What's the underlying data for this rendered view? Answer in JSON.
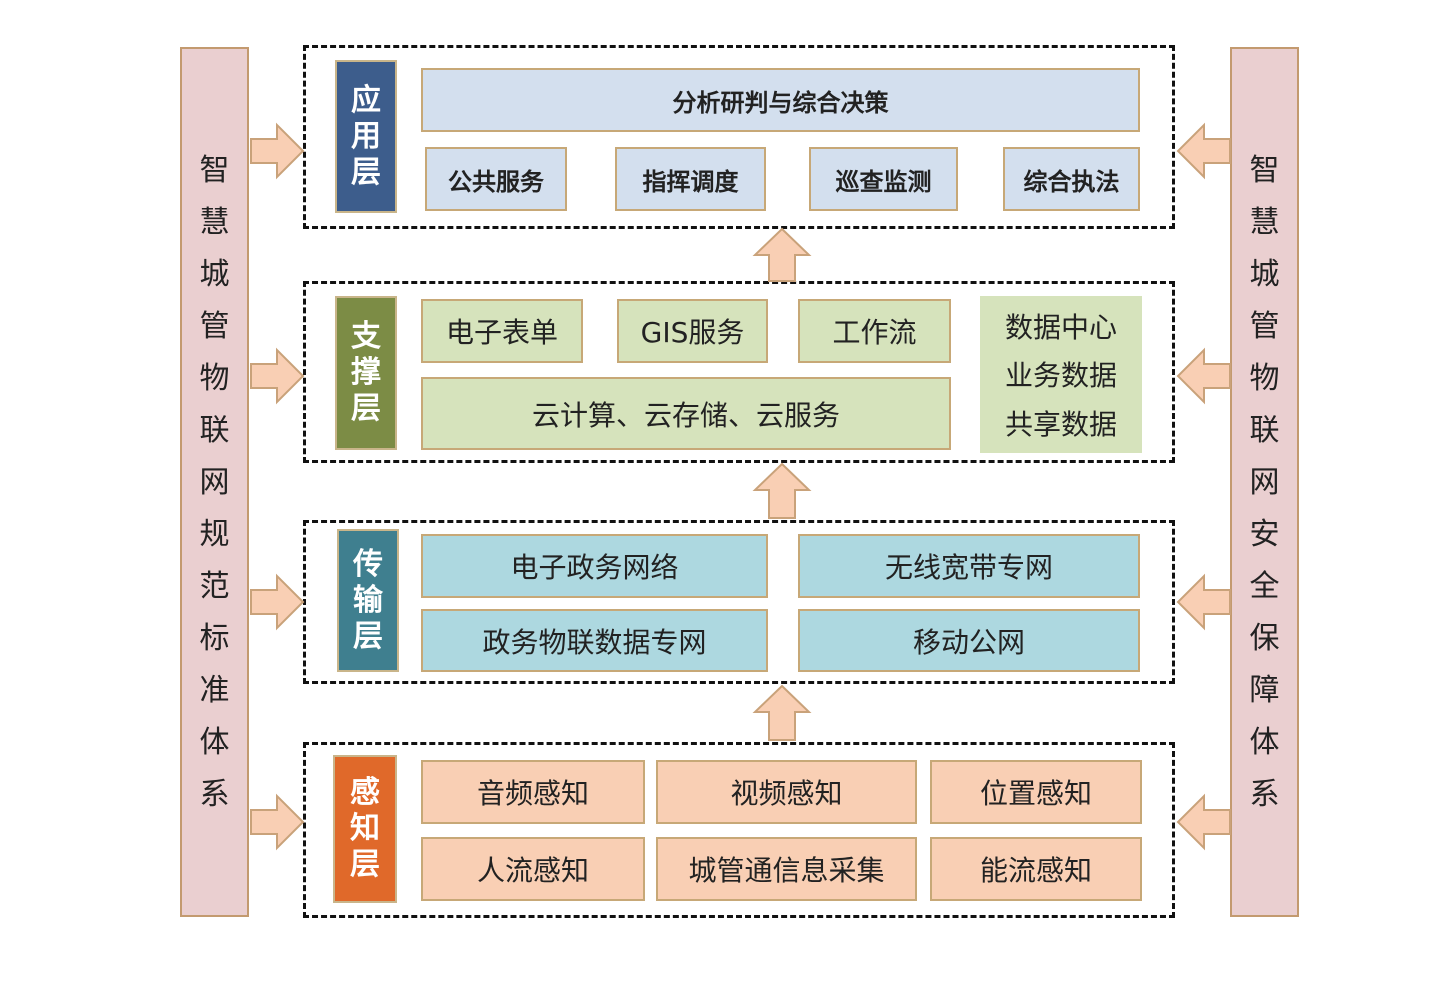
{
  "left_pillar": {
    "chars": [
      "智",
      "慧",
      "城",
      "管",
      "物",
      "联",
      "网",
      "规",
      "范",
      "标",
      "准",
      "体",
      "系"
    ]
  },
  "right_pillar": {
    "chars": [
      "智",
      "慧",
      "城",
      "管",
      "物",
      "联",
      "网",
      "安",
      "全",
      "保",
      "障",
      "体",
      "系"
    ]
  },
  "colors": {
    "application": "#3d5d8c",
    "support": "#7c8c45",
    "transmission": "#3f7f8f",
    "perception": "#e0692a",
    "arrow_fill": "#f9cfb4",
    "arrow_stroke": "#c9a27a"
  },
  "application_layer": {
    "tag": [
      "应",
      "用",
      "层"
    ],
    "top": "分析研判与综合决策",
    "items": [
      "公共服务",
      "指挥调度",
      "巡查监测",
      "综合执法"
    ]
  },
  "support_layer": {
    "tag": [
      "支",
      "撑",
      "层"
    ],
    "row1": [
      "电子表单",
      "GIS服务",
      "工作流"
    ],
    "row2": "云计算、云存储、云服务",
    "data_center": [
      "数据中心",
      "业务数据",
      "共享数据"
    ]
  },
  "transmission_layer": {
    "tag": [
      "传",
      "输",
      "层"
    ],
    "items": [
      "电子政务网络",
      "无线宽带专网",
      "政务物联数据专网",
      "移动公网"
    ]
  },
  "perception_layer": {
    "tag": [
      "感",
      "知",
      "层"
    ],
    "row1": [
      "音频感知",
      "视频感知",
      "位置感知"
    ],
    "row2": [
      "人流感知",
      "城管通信息采集",
      "能流感知"
    ]
  }
}
